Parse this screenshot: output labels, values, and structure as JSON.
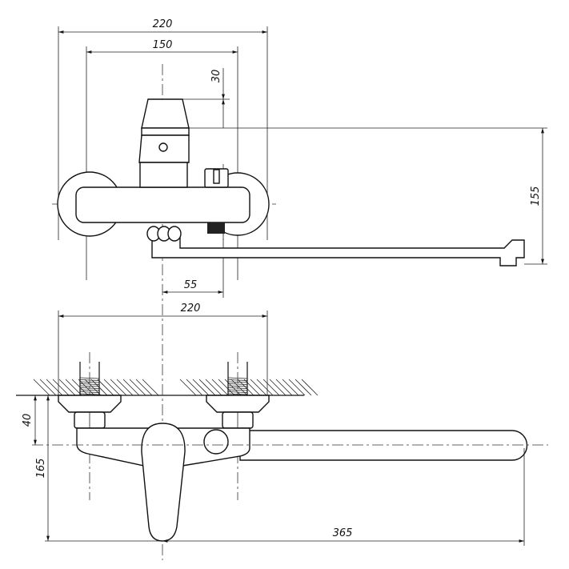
{
  "title": "Wall-mounted bath mixer technical drawing",
  "top_view": {
    "dims": {
      "overall_width": "220",
      "inlet_spacing": "150",
      "cartridge_height": "30",
      "spout_drop": "155",
      "diverter_offset": "55"
    }
  },
  "front_view": {
    "dims": {
      "overall_width": "220",
      "wall_to_axis": "40",
      "wall_to_lever": "165",
      "spout_reach": "365"
    }
  }
}
